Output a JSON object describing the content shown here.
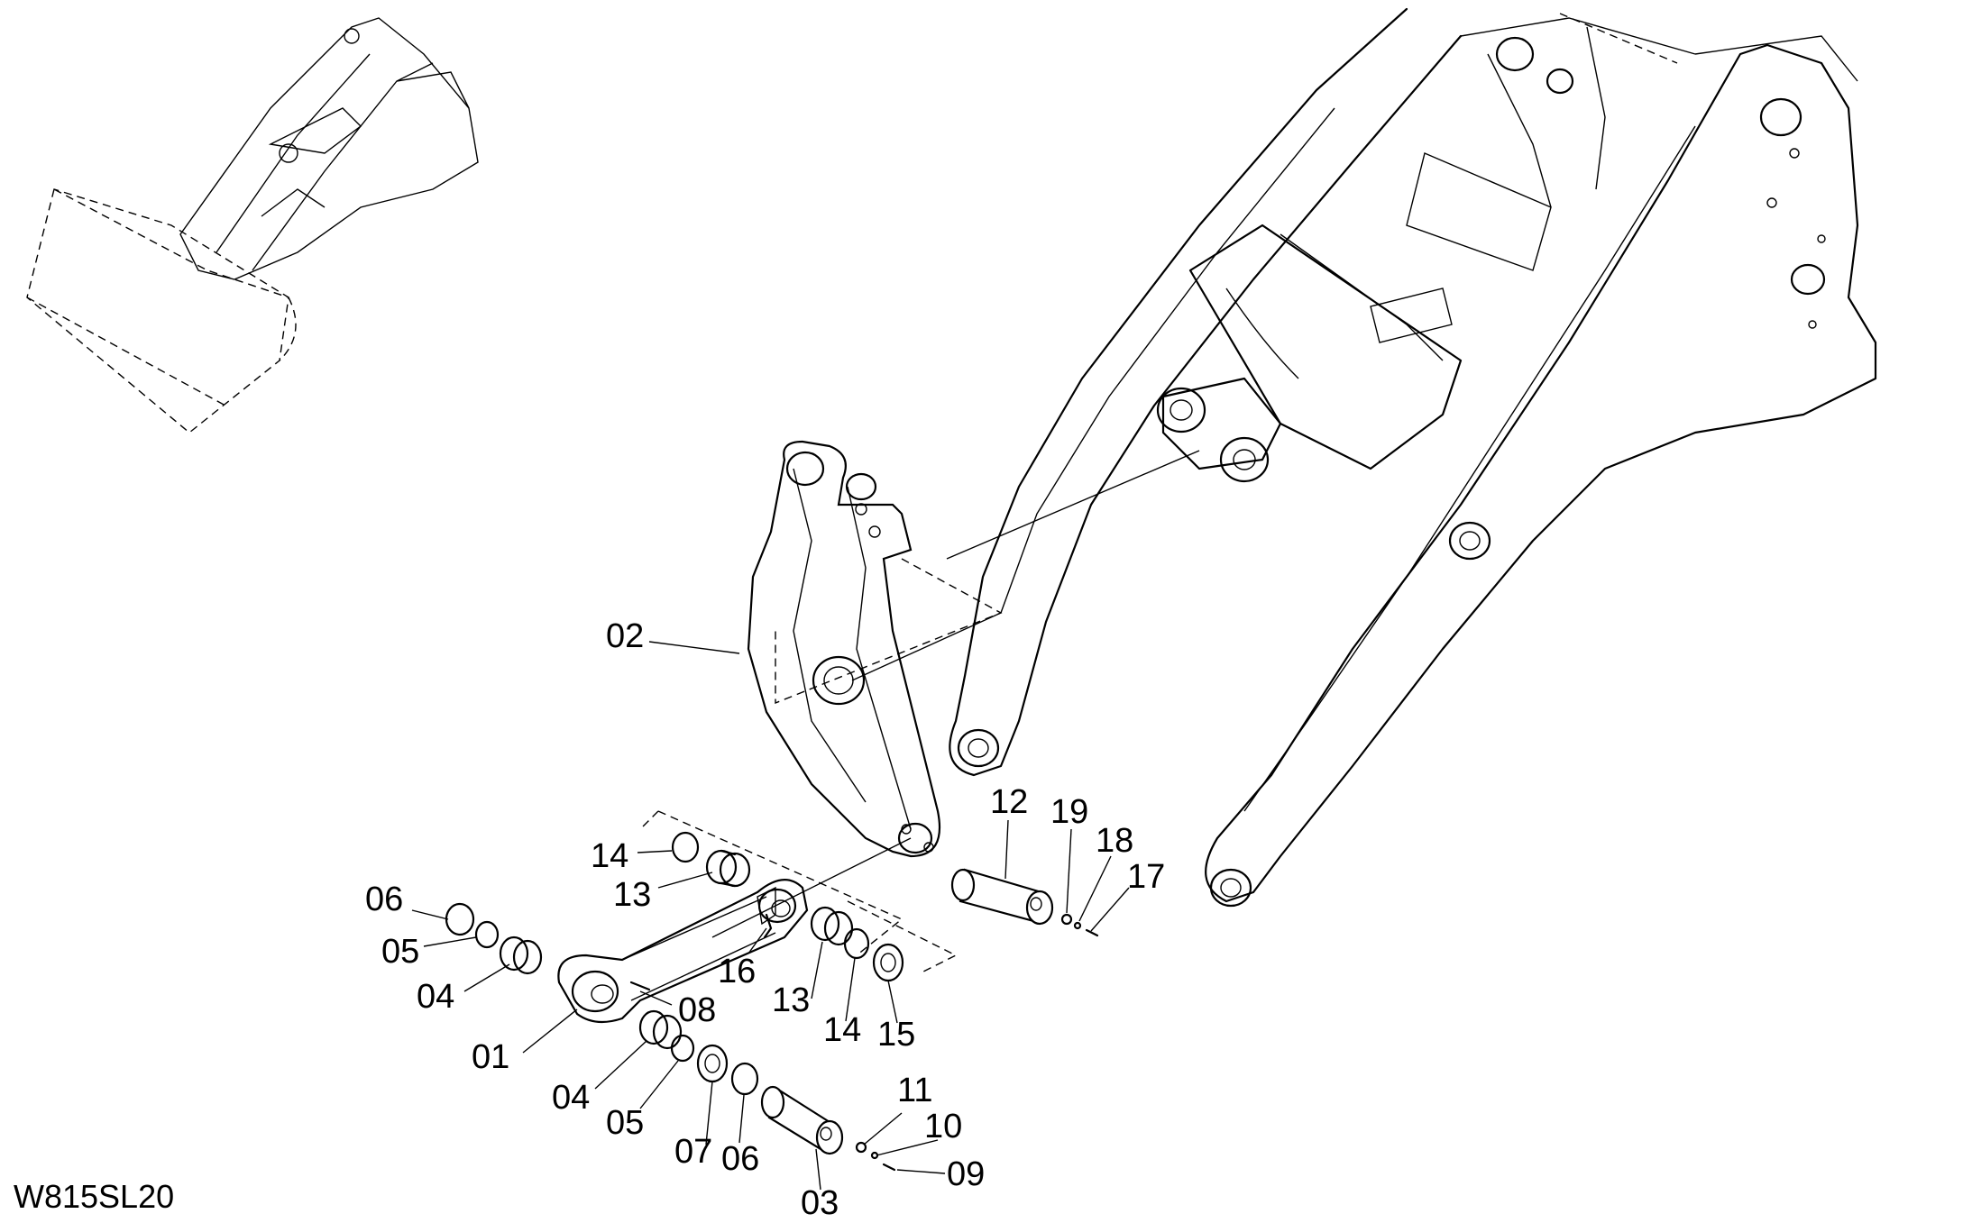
{
  "drawing": {
    "code": "W815SL20",
    "callouts": [
      "01",
      "02",
      "03",
      "04",
      "04",
      "05",
      "05",
      "06",
      "06",
      "07",
      "08",
      "09",
      "10",
      "11",
      "12",
      "13",
      "13",
      "14",
      "14",
      "15",
      "16",
      "17",
      "18",
      "19"
    ]
  },
  "colors": {
    "line": "#000000",
    "background": "#ffffff"
  }
}
